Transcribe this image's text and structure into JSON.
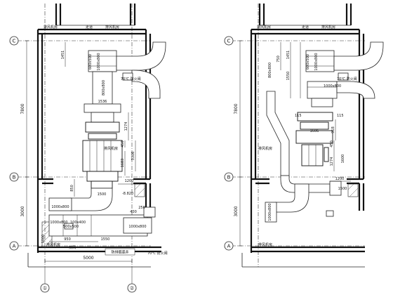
{
  "left_plan": {
    "axes": {
      "C": "C",
      "B": "B",
      "A": "A",
      "col1": "①",
      "col2": "②"
    },
    "overall_dims": {
      "span_ca_upper": "7800",
      "span_ba": "3000",
      "width": "5000"
    },
    "dims": {
      "d1451": "1451",
      "d1536": "1536",
      "d1274": "1274",
      "d450": "450",
      "d1683": "1683",
      "d3306": "3306",
      "d1200": "1200",
      "d850": "850",
      "d1500": "1500",
      "d400": "400",
      "d250": "250",
      "d1550": "1550",
      "d1000": "1000",
      "d950": "950",
      "elev": "-8.820"
    },
    "duct_sizes": {
      "s1": "600x500",
      "s2": "1000x800",
      "s3": "800x800",
      "s4": "1000x800",
      "s5": "500x500",
      "s6": "1000x800",
      "s7": "1000x800",
      "s8": "100x400"
    },
    "labels": {
      "room_top_left": "排风机房",
      "room_top_right": "排风机房",
      "room_mid": "排风机房",
      "room_bottom": "排风机房",
      "corridor": "走道",
      "damper1": "70℃ 防火阀",
      "damper2": "70℃ 防火阀",
      "shaft": "防排烟竖井",
      "misc": "排风"
    }
  },
  "right_plan": {
    "axes": {
      "C": "C",
      "B": "B",
      "A": "A"
    },
    "overall_dims": {
      "span_ca_upper": "7800",
      "span_ba": "3000"
    },
    "dims": {
      "d750": "750",
      "d1451": "1451",
      "d1550": "1550",
      "d115a": "115",
      "d115b": "115",
      "d1606": "1606",
      "d918": "918",
      "d450": "450",
      "d1274": "1274",
      "d1600": "1600",
      "d1200": "1200",
      "d1500": "1500"
    },
    "duct_sizes": {
      "s1": "600x500",
      "s2": "1000x800",
      "s3": "800x800",
      "s4": "1000x800",
      "s5": "1000x800"
    },
    "labels": {
      "room_top_left": "排风机房",
      "room_top_right": "排风机房",
      "room_mid": "排风机房",
      "room_bottom": "排风机房",
      "corridor": "走道",
      "damper": "70℃ 防火阀"
    }
  }
}
